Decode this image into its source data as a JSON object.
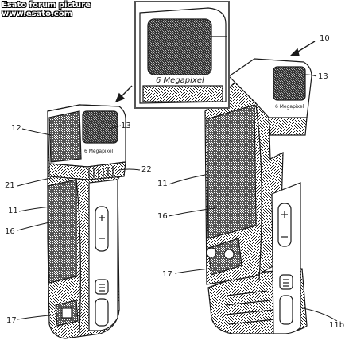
{
  "watermark": {
    "line1": "Esato forum picture",
    "line2": "www.esato.com"
  },
  "lens_text": "6 Megapixel",
  "labels": {
    "l10": "10",
    "l11_left": "11",
    "l11_right": "11",
    "l11b": "11b",
    "l12": "12",
    "l13_left": "13",
    "l13_right": "13",
    "l16_left": "16",
    "l16_right": "16",
    "l17_left": "17",
    "l17_right": "17",
    "l21": "21",
    "l22": "22"
  },
  "colors": {
    "ink": "#1a1a1a",
    "paper": "#ffffff",
    "shade": "#8a8a8a",
    "dark_shade": "#3a3a3a"
  }
}
